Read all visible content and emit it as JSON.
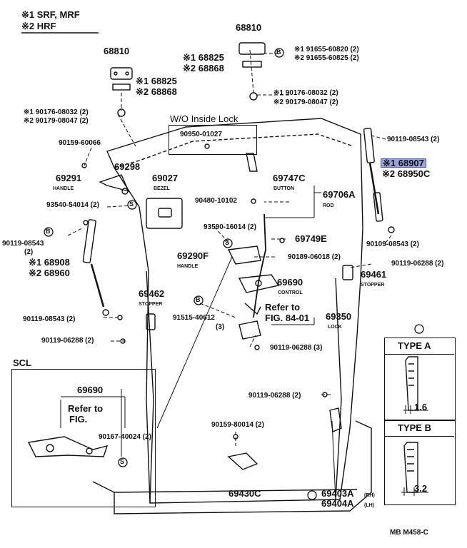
{
  "legend": {
    "line1": "※1 SRF, MRF",
    "line2": "※2 HRF"
  },
  "parts": {
    "p68810_top": "68810",
    "p68810_left": "68810",
    "p68825_top": "※1 68825",
    "p68868_top": "※2 68868",
    "p68825_left": "※1 68825",
    "p68868_left": "※2 68868",
    "p91655_60820": "※1 91655-60820 (2)",
    "p91655_60825": "※2 91655-60825 (2)",
    "p90176_top": "※1 90176-08032 (2)",
    "p90179_top": "※2 90179-08047 (2)",
    "p90176_left": "※1 90176-08032 (2)",
    "p90179_left": "※2 90179-08047 (2)",
    "wo_inside_lock": "W/O Inside Lock",
    "p90950": "90950-01027",
    "p90159_60066": "90159-60066",
    "p69298": "69298",
    "p69291": "69291",
    "handle_69291": "HANDLE",
    "p69027": "69027",
    "bezel": "BEZEL",
    "p69747c": "69747C",
    "button": "BUTTON",
    "p90480": "90480-10102",
    "p69706a": "69706A",
    "rod": "ROD",
    "p93540": "93540-54014 (2)",
    "p93590": "93590-16014 (2)",
    "p69749e": "69749E",
    "p90119_08543_right": "90119-08543 (2)",
    "p68907": "※1 68907",
    "p68950c": "※2 68950C",
    "p90109": "90109-08543 (2)",
    "p90119_08543_left": "90119-08543",
    "p90119_08543_left_qty": "(2)",
    "p68908": "※1 68908",
    "p68960": "※2 68960",
    "p69290f": "69290F",
    "handle_69290f": "HANDLE",
    "p90189": "90189-06018 (2)",
    "p90119_06288_right": "90119-06288 (2)",
    "p69690": "69690",
    "control": "CONTROL",
    "p69461": "69461",
    "stopper_right": "STOPPER",
    "p69462": "69462",
    "stopper_left": "STOPPER",
    "p91515": "91515-40612",
    "p91515_qty": "(3)",
    "refer_to": "Refer to",
    "fig_8401": "FIG. 84-01",
    "p69350": "69350",
    "lock": "LOCK",
    "p90119_08543_lower": "90119-08543 (2)",
    "p90119_06288_left": "90119-06288 (2)",
    "p90119_06288_three": "90119-06288 (3)",
    "p90119_06288_mid": "90119-06288 (2)",
    "p90159_80014": "90159-80014 (2)",
    "p69430c": "69430C",
    "p69403a": "69403A",
    "rh": "(RH)",
    "p69404a": "69404A",
    "lh": "(LH)",
    "page_code": "MB  M458-C"
  },
  "scl_box": {
    "title": "SCL",
    "part": "69690",
    "refer_line1": "Refer to",
    "refer_line2": "FIG.",
    "p90167": "90167-40024 (2)"
  },
  "type_a": {
    "title": "TYPE A",
    "dim": "1.6"
  },
  "type_b": {
    "title": "TYPE B",
    "dim": "3.2"
  },
  "symbols": {
    "s": "S",
    "b": "B"
  }
}
